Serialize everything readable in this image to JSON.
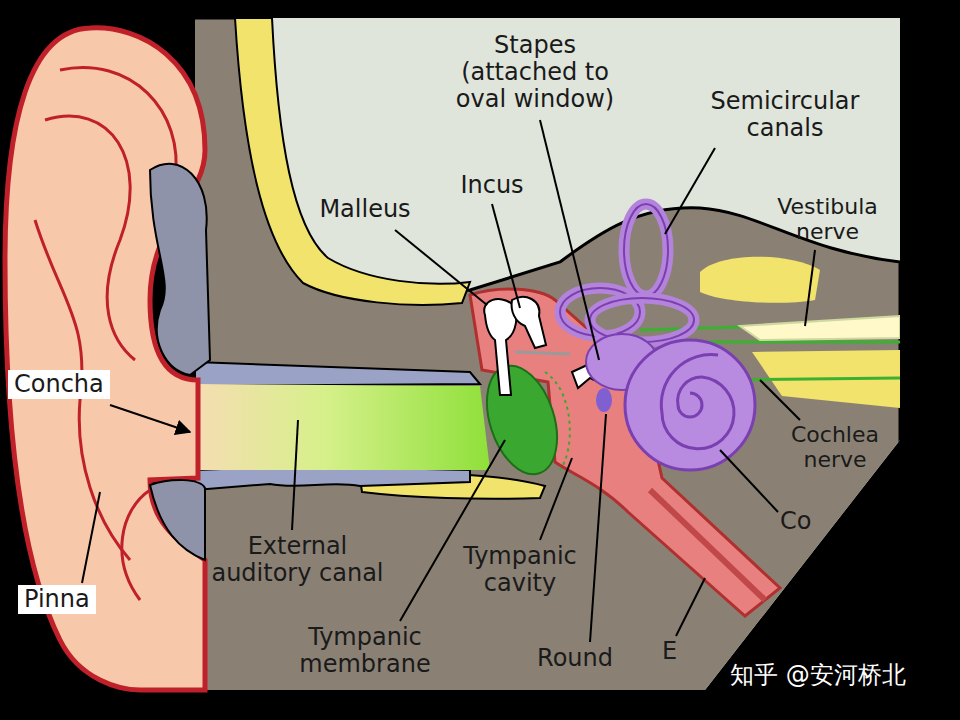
{
  "diagram": {
    "labels": [
      "Stapes (attached to oval window)",
      "Semicircular canals",
      "Incus",
      "Malleus",
      "Vestibula nerve",
      "Concha",
      "Pinna",
      "External auditory canal",
      "Tympanic cavity",
      "Tympanic membrane",
      "Round",
      "Cochlea nerve",
      "Co",
      "E",
      "知乎 @安河桥北"
    ]
  }
}
